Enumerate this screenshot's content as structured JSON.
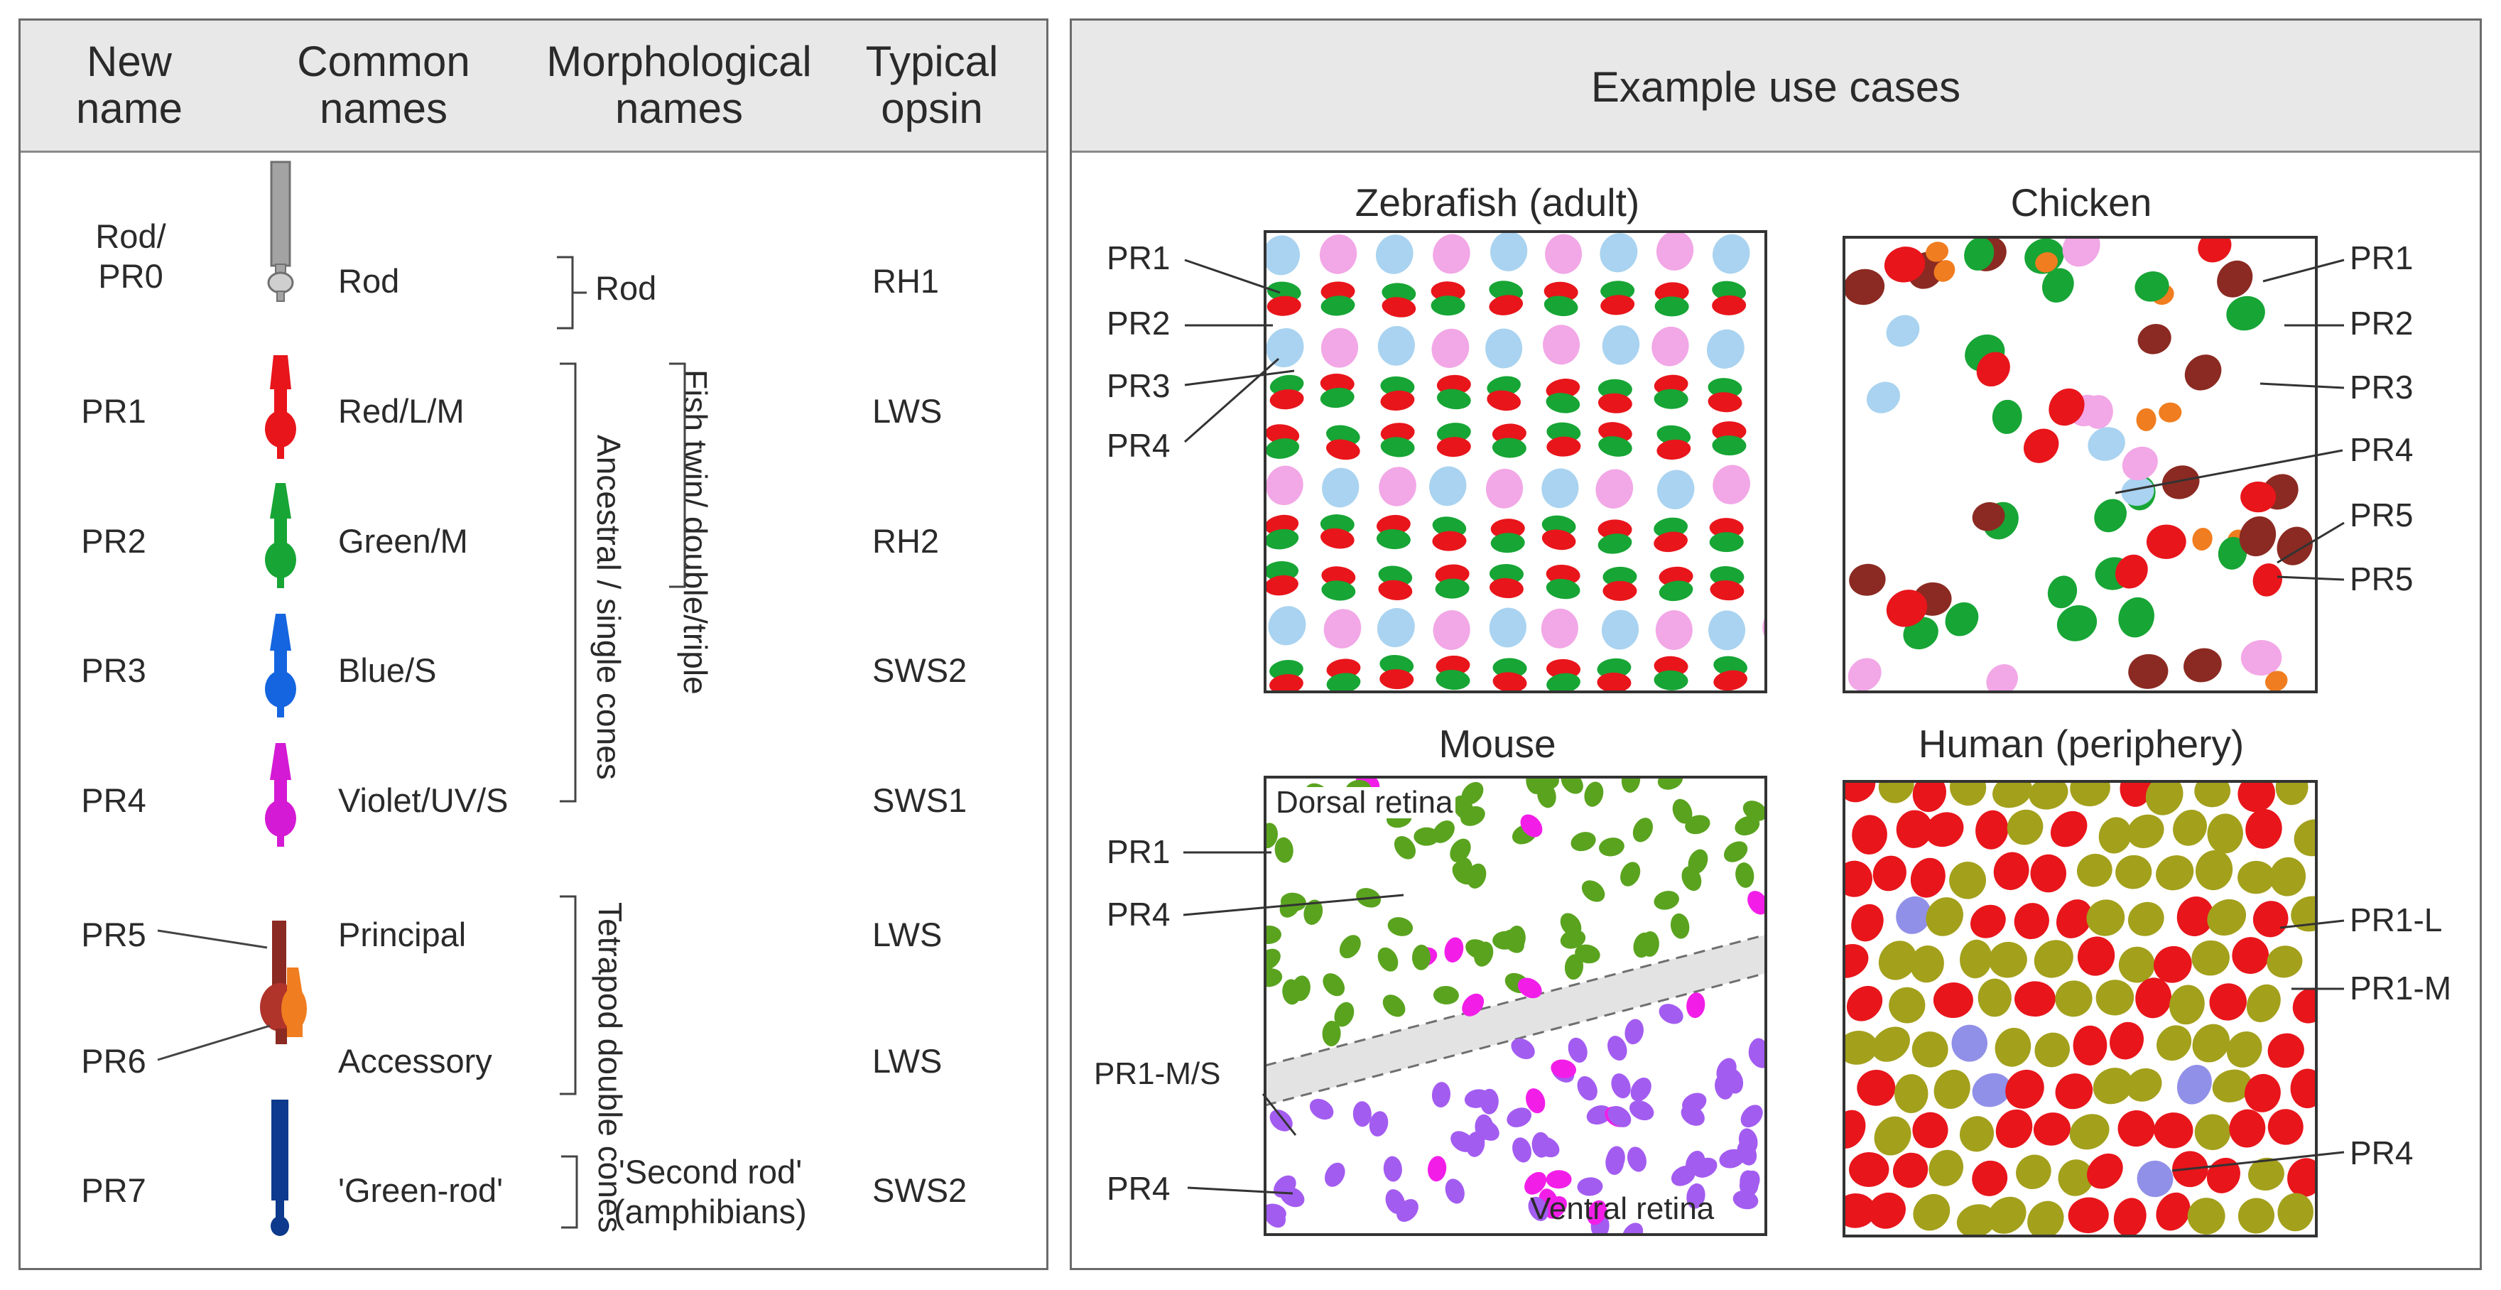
{
  "left_panel": {
    "headers": {
      "new_name": "New\nname",
      "common_names": "Common\nnames",
      "morphological_names": "Morphological\nnames",
      "typical_opsin": "Typical\nopsin"
    },
    "rows": [
      {
        "new_name": "Rod/\nPR0",
        "common": "Rod",
        "opsin": "RH1",
        "color": "#9e9e9e",
        "icon": "rod-icon"
      },
      {
        "new_name": "PR1",
        "common": "Red/L/M",
        "opsin": "LWS",
        "color": "#e8151b",
        "icon": "red-cone-icon"
      },
      {
        "new_name": "PR2",
        "common": "Green/M",
        "opsin": "RH2",
        "color": "#17a535",
        "icon": "green-cone-icon"
      },
      {
        "new_name": "PR3",
        "common": "Blue/S",
        "opsin": "SWS2",
        "color": "#1565e0",
        "icon": "blue-cone-icon"
      },
      {
        "new_name": "PR4",
        "common": "Violet/UV/S",
        "opsin": "SWS1",
        "color": "#d41ad4",
        "icon": "violet-cone-icon"
      },
      {
        "new_name": "PR5",
        "common": "Principal",
        "opsin": "LWS",
        "color": "#8b2a22",
        "icon": "double-cone-icon"
      },
      {
        "new_name": "PR6",
        "common": "Accessory",
        "opsin": "LWS",
        "color": "#f07d1f",
        "icon": "double-cone-icon"
      },
      {
        "new_name": "PR7",
        "common": "'Green-rod'",
        "opsin": "SWS2",
        "color": "#0d3a8c",
        "icon": "green-rod-icon"
      }
    ],
    "morph": {
      "rod": "Rod",
      "fish": "Fish twin/\ndouble/triple",
      "ancestral": "Ancestral / single cones",
      "tetrapod": "Tetrapod\ndouble cones",
      "second_rod": "'Second rod'\n(amphibians)"
    }
  },
  "right_panel": {
    "title": "Example use cases",
    "zebrafish": {
      "title": "Zebrafish (adult)",
      "labels": [
        "PR1",
        "PR2",
        "PR3",
        "PR4"
      ]
    },
    "chicken": {
      "title": "Chicken",
      "labels": [
        "PR1",
        "PR2",
        "PR3",
        "PR4",
        "PR5",
        "PR5"
      ]
    },
    "mouse": {
      "title": "Mouse",
      "dorsal": "Dorsal retina",
      "ventral": "Ventral retina",
      "labels": [
        "PR1",
        "PR4",
        "PR1-M/S",
        "PR4"
      ]
    },
    "human": {
      "title": "Human (periphery)",
      "labels": [
        "PR1-L",
        "PR1-M",
        "PR4"
      ]
    }
  },
  "colors": {
    "red": "#e8151b",
    "green": "#17a535",
    "blue_light": "#a9d3f0",
    "pink": "#f2a7e6",
    "dark_red": "#8b2a22",
    "orange": "#f07d1f",
    "mouse_green": "#5aa31f",
    "magenta": "#f21ee8",
    "violet": "#a35cf0",
    "olive": "#a3a01c",
    "periwinkle": "#9190e8"
  }
}
